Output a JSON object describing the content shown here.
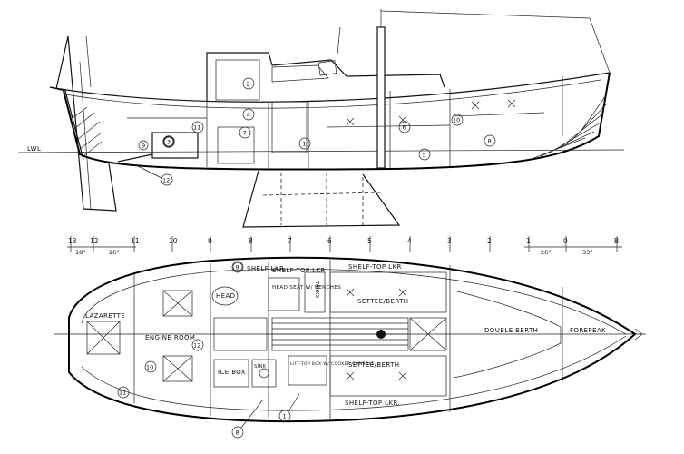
{
  "profile": {
    "waterline_label": "LWL",
    "callouts": [
      "1",
      "2",
      "3",
      "4",
      "5",
      "6",
      "7",
      "8",
      "9",
      "10",
      "11",
      "12"
    ]
  },
  "plan": {
    "stations": [
      "13",
      "12",
      "11",
      "10",
      "9",
      "8",
      "7",
      "6",
      "5",
      "4",
      "3",
      "2",
      "1",
      "0",
      "B"
    ],
    "dimensions": {
      "d1": "18\"",
      "d2": "26\"",
      "d3": "26\"",
      "d4": "33\""
    },
    "labels": {
      "lazarette": "LAZARETTE",
      "engine_room": "ENGINE ROOM",
      "shelf_top_upper": "SHELF-TOP LKR",
      "shelf_top_lower": "SHELF-TOP LKR.",
      "shelf_top_stern": "SHELF-TOP LKR",
      "shelf_lkr": "SHELF LKR.",
      "head": "HEAD",
      "head_seat": "HEAD SEAT W/ BENCHES",
      "settee_upper": "SETTEE/BERTH",
      "settee_lower": "SETTEE/BERTH",
      "double_berth": "DOUBLE BERTH",
      "forepeak": "FOREPEAK",
      "ice_box": "ICE BOX",
      "sink": "SINK",
      "chart_table": "LIFT-TOP BOX W/ COOKER CONSOLE",
      "tanks": "TANKS"
    },
    "callouts": [
      "10",
      "11",
      "12",
      "8",
      "9",
      "1"
    ]
  }
}
